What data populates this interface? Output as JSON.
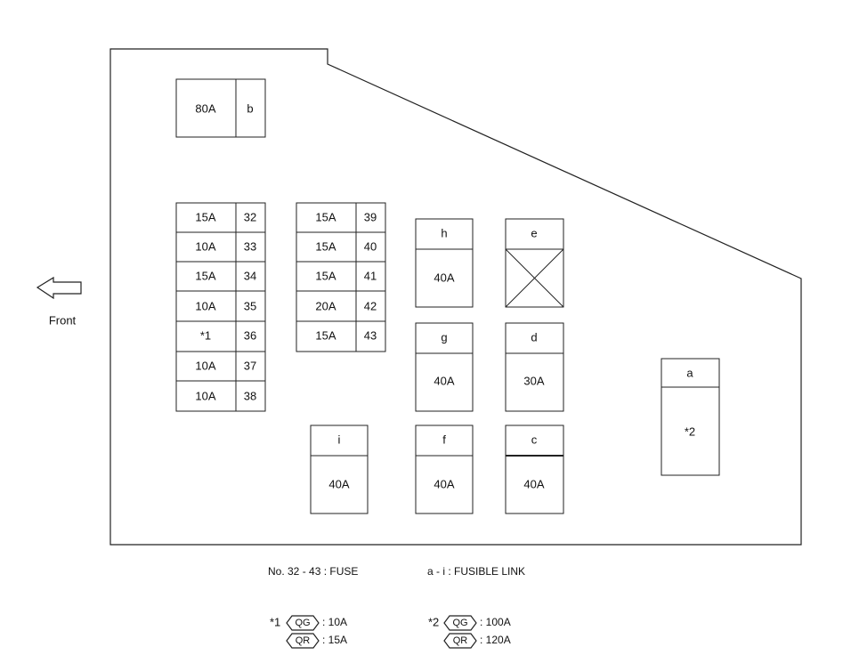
{
  "front_label": "Front",
  "legend": {
    "fuse": "No. 32 - 43 : FUSE",
    "fusible_link": "a - i : FUSIBLE LINK"
  },
  "notes": {
    "note1": {
      "mark": "*1",
      "rows": [
        {
          "code": "QG",
          "value": ": 10A"
        },
        {
          "code": "QR",
          "value": ": 15A"
        }
      ]
    },
    "note2": {
      "mark": "*2",
      "rows": [
        {
          "code": "QG",
          "value": ": 100A"
        },
        {
          "code": "QR",
          "value": ": 120A"
        }
      ]
    }
  },
  "link_b": {
    "amp": "80A",
    "id": "b"
  },
  "fuse_block_1": [
    {
      "amp": "15A",
      "num": "32"
    },
    {
      "amp": "10A",
      "num": "33"
    },
    {
      "amp": "15A",
      "num": "34"
    },
    {
      "amp": "10A",
      "num": "35"
    },
    {
      "amp": "*1",
      "num": "36"
    },
    {
      "amp": "10A",
      "num": "37"
    },
    {
      "amp": "10A",
      "num": "38"
    }
  ],
  "fuse_block_2": [
    {
      "amp": "15A",
      "num": "39"
    },
    {
      "amp": "15A",
      "num": "40"
    },
    {
      "amp": "15A",
      "num": "41"
    },
    {
      "amp": "20A",
      "num": "42"
    },
    {
      "amp": "15A",
      "num": "43"
    }
  ],
  "links": {
    "h": {
      "id": "h",
      "amp": "40A"
    },
    "e": {
      "id": "e",
      "amp": ""
    },
    "g": {
      "id": "g",
      "amp": "40A"
    },
    "d": {
      "id": "d",
      "amp": "30A"
    },
    "a": {
      "id": "a",
      "amp": "*2"
    },
    "i": {
      "id": "i",
      "amp": "40A"
    },
    "f": {
      "id": "f",
      "amp": "40A"
    },
    "c": {
      "id": "c",
      "amp": "40A"
    }
  }
}
